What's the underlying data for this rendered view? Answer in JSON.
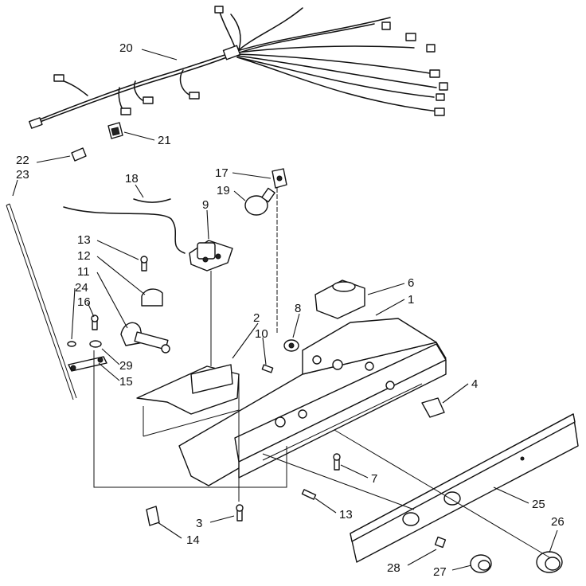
{
  "callouts": [
    {
      "id": "c20",
      "label": "20"
    },
    {
      "id": "c21",
      "label": "21"
    },
    {
      "id": "c22",
      "label": "22"
    },
    {
      "id": "c23",
      "label": "23"
    },
    {
      "id": "c18",
      "label": "18"
    },
    {
      "id": "c17",
      "label": "17"
    },
    {
      "id": "c19",
      "label": "19"
    },
    {
      "id": "c9",
      "label": "9"
    },
    {
      "id": "c13a",
      "label": "13"
    },
    {
      "id": "c12",
      "label": "12"
    },
    {
      "id": "c11",
      "label": "11"
    },
    {
      "id": "c24",
      "label": "24"
    },
    {
      "id": "c16",
      "label": "16"
    },
    {
      "id": "c6",
      "label": "6"
    },
    {
      "id": "c1",
      "label": "1"
    },
    {
      "id": "c8",
      "label": "8"
    },
    {
      "id": "c2",
      "label": "2"
    },
    {
      "id": "c10",
      "label": "10"
    },
    {
      "id": "c29",
      "label": "29"
    },
    {
      "id": "c15",
      "label": "15"
    },
    {
      "id": "c4",
      "label": "4"
    },
    {
      "id": "c7",
      "label": "7"
    },
    {
      "id": "c13b",
      "label": "13"
    },
    {
      "id": "c3",
      "label": "3"
    },
    {
      "id": "c14",
      "label": "14"
    },
    {
      "id": "c25",
      "label": "25"
    },
    {
      "id": "c26",
      "label": "26"
    },
    {
      "id": "c28",
      "label": "28"
    },
    {
      "id": "c27",
      "label": "27"
    }
  ]
}
